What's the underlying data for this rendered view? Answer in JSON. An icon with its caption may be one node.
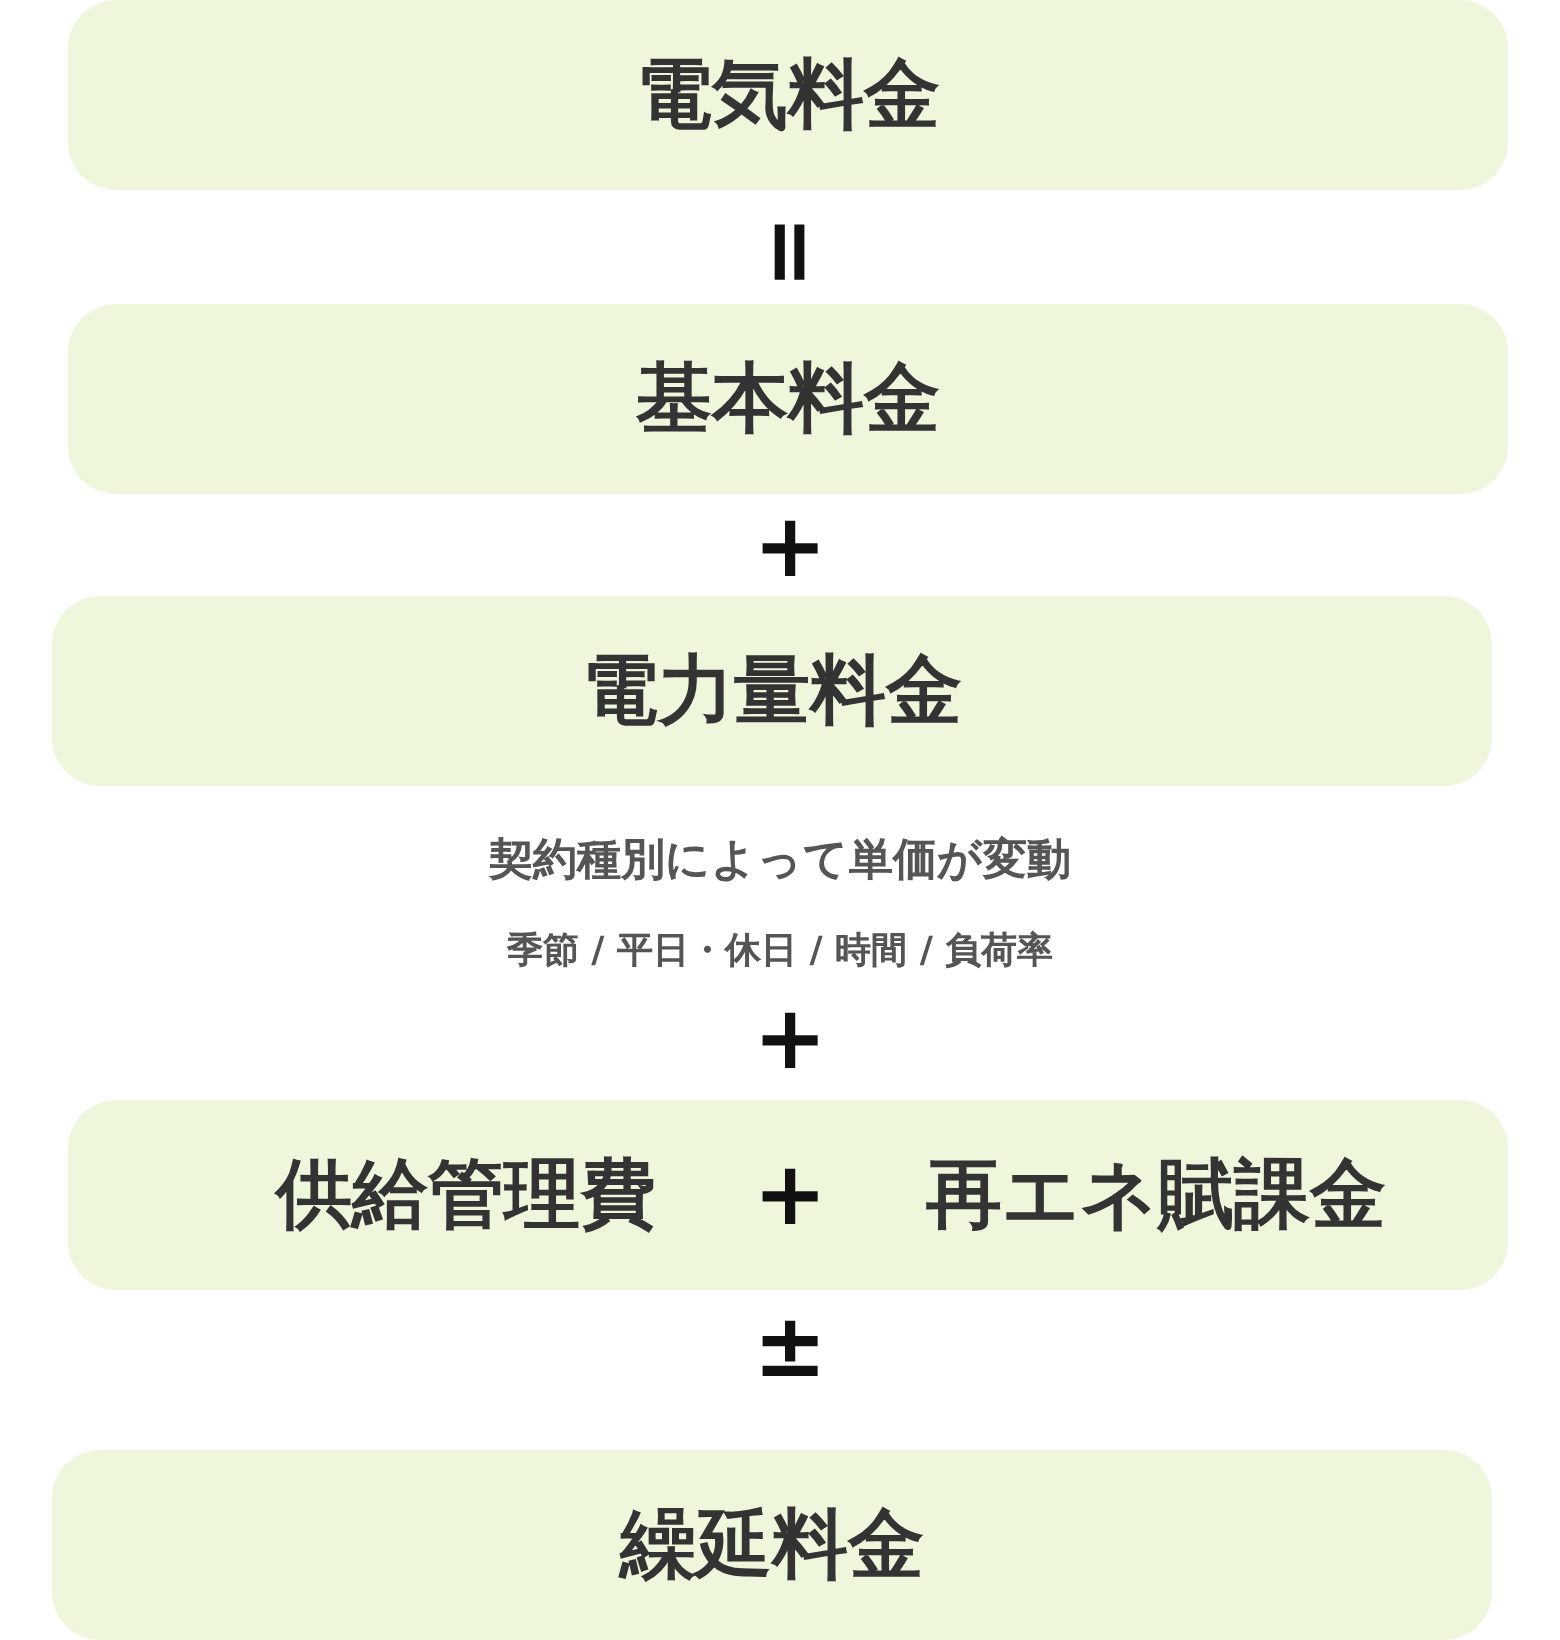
{
  "diagram": {
    "nodes": [
      {
        "text": [
          "電気料金"
        ]
      },
      {
        "text": [
          "基本料金"
        ]
      },
      {
        "text": [
          "電力量料金"
        ],
        "beside": [
          "契約種別によって単価が変動",
          "季節 / 平日・休日 / 時間 / 負荷率"
        ]
      },
      {
        "text": [
          "供給管理費",
          "再エネ賦課金"
        ]
      },
      {
        "text": [
          "繰延料金"
        ]
      }
    ],
    "labels": [
      "=",
      "+",
      "+",
      "+",
      "±"
    ]
  }
}
